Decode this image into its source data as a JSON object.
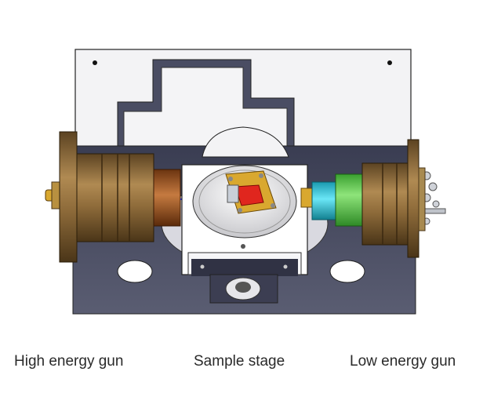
{
  "labels": {
    "high_energy_gun": "High energy gun",
    "sample_stage": "Sample stage",
    "low_energy_gun": "Low energy gun"
  },
  "colors": {
    "plate_light": "#f4f4f6",
    "plate_dark": "#4a4d63",
    "brass": "#8e6b3a",
    "copper": "#a0582a",
    "gold": "#d8a62a",
    "red": "#e0261e",
    "cyan": "#2ec8e0",
    "green": "#6cd460"
  }
}
